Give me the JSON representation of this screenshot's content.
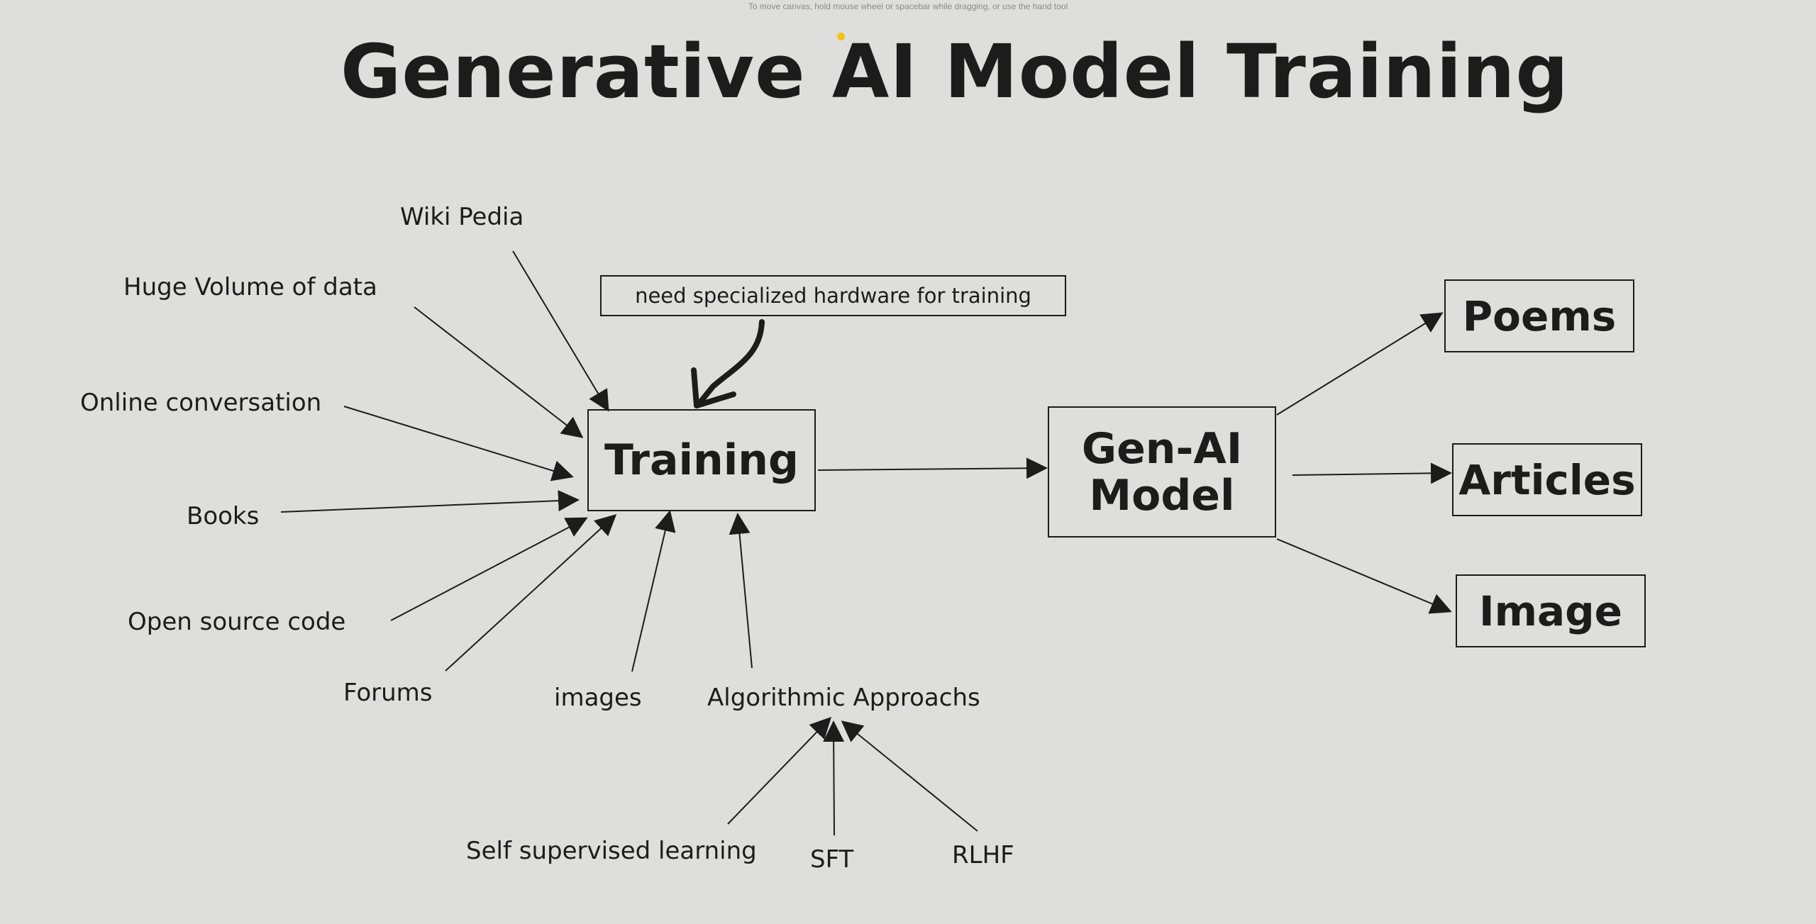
{
  "canvas_hint": "To move canvas, hold mouse wheel or spacebar while dragging, or use the hand tool",
  "title": "Generative AI Model Training",
  "sources": {
    "wiki": "Wiki Pedia",
    "huge": "Huge Volume of data",
    "online": "Online conversation",
    "books": "Books",
    "opensource": "Open source code",
    "forums": "Forums",
    "images": "images",
    "algo": "Algorithmic Approachs"
  },
  "hardware_note": "need specialized hardware for training",
  "training": "Training",
  "model": {
    "line1": "Gen-AI",
    "line2": "Model"
  },
  "outputs": {
    "poems": "Poems",
    "articles": "Articles",
    "image": "Image"
  },
  "methods": {
    "ssl": "Self supervised learning",
    "sft": "SFT",
    "rlhf": "RLHF"
  },
  "colors": {
    "background": "#dededd",
    "ink": "#1c1c1c",
    "cursor": "#f4c20d"
  }
}
